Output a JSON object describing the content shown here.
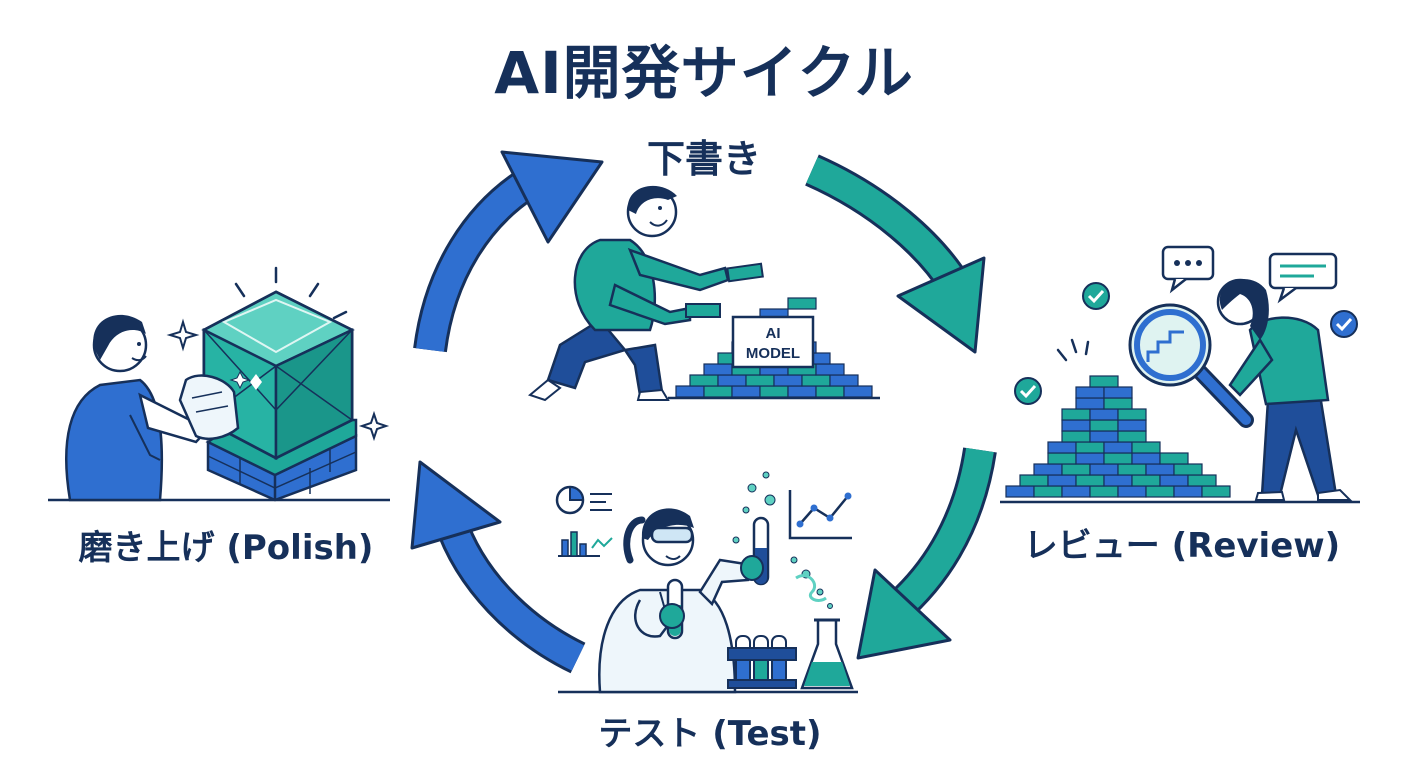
{
  "title": "AI開発サイクル",
  "stages": {
    "draft": {
      "label": "下書き"
    },
    "review": {
      "label": "レビュー (Review)"
    },
    "test": {
      "label": "テスト (Test)"
    },
    "polish": {
      "label": "磨き上げ (Polish)"
    }
  },
  "sign": {
    "line1": "AI",
    "line2": "MODEL"
  },
  "colors": {
    "navy": "#16305a",
    "blue": "#2f6fd0",
    "teal": "#1fa89a",
    "teal_light": "#5fd1c2",
    "pale": "#dff3f1"
  },
  "icons": [
    "sparkle-icon",
    "check-icon",
    "chat-bubble-icon",
    "pie-chart-icon",
    "bar-chart-icon",
    "line-chart-icon",
    "magnifier-icon"
  ]
}
